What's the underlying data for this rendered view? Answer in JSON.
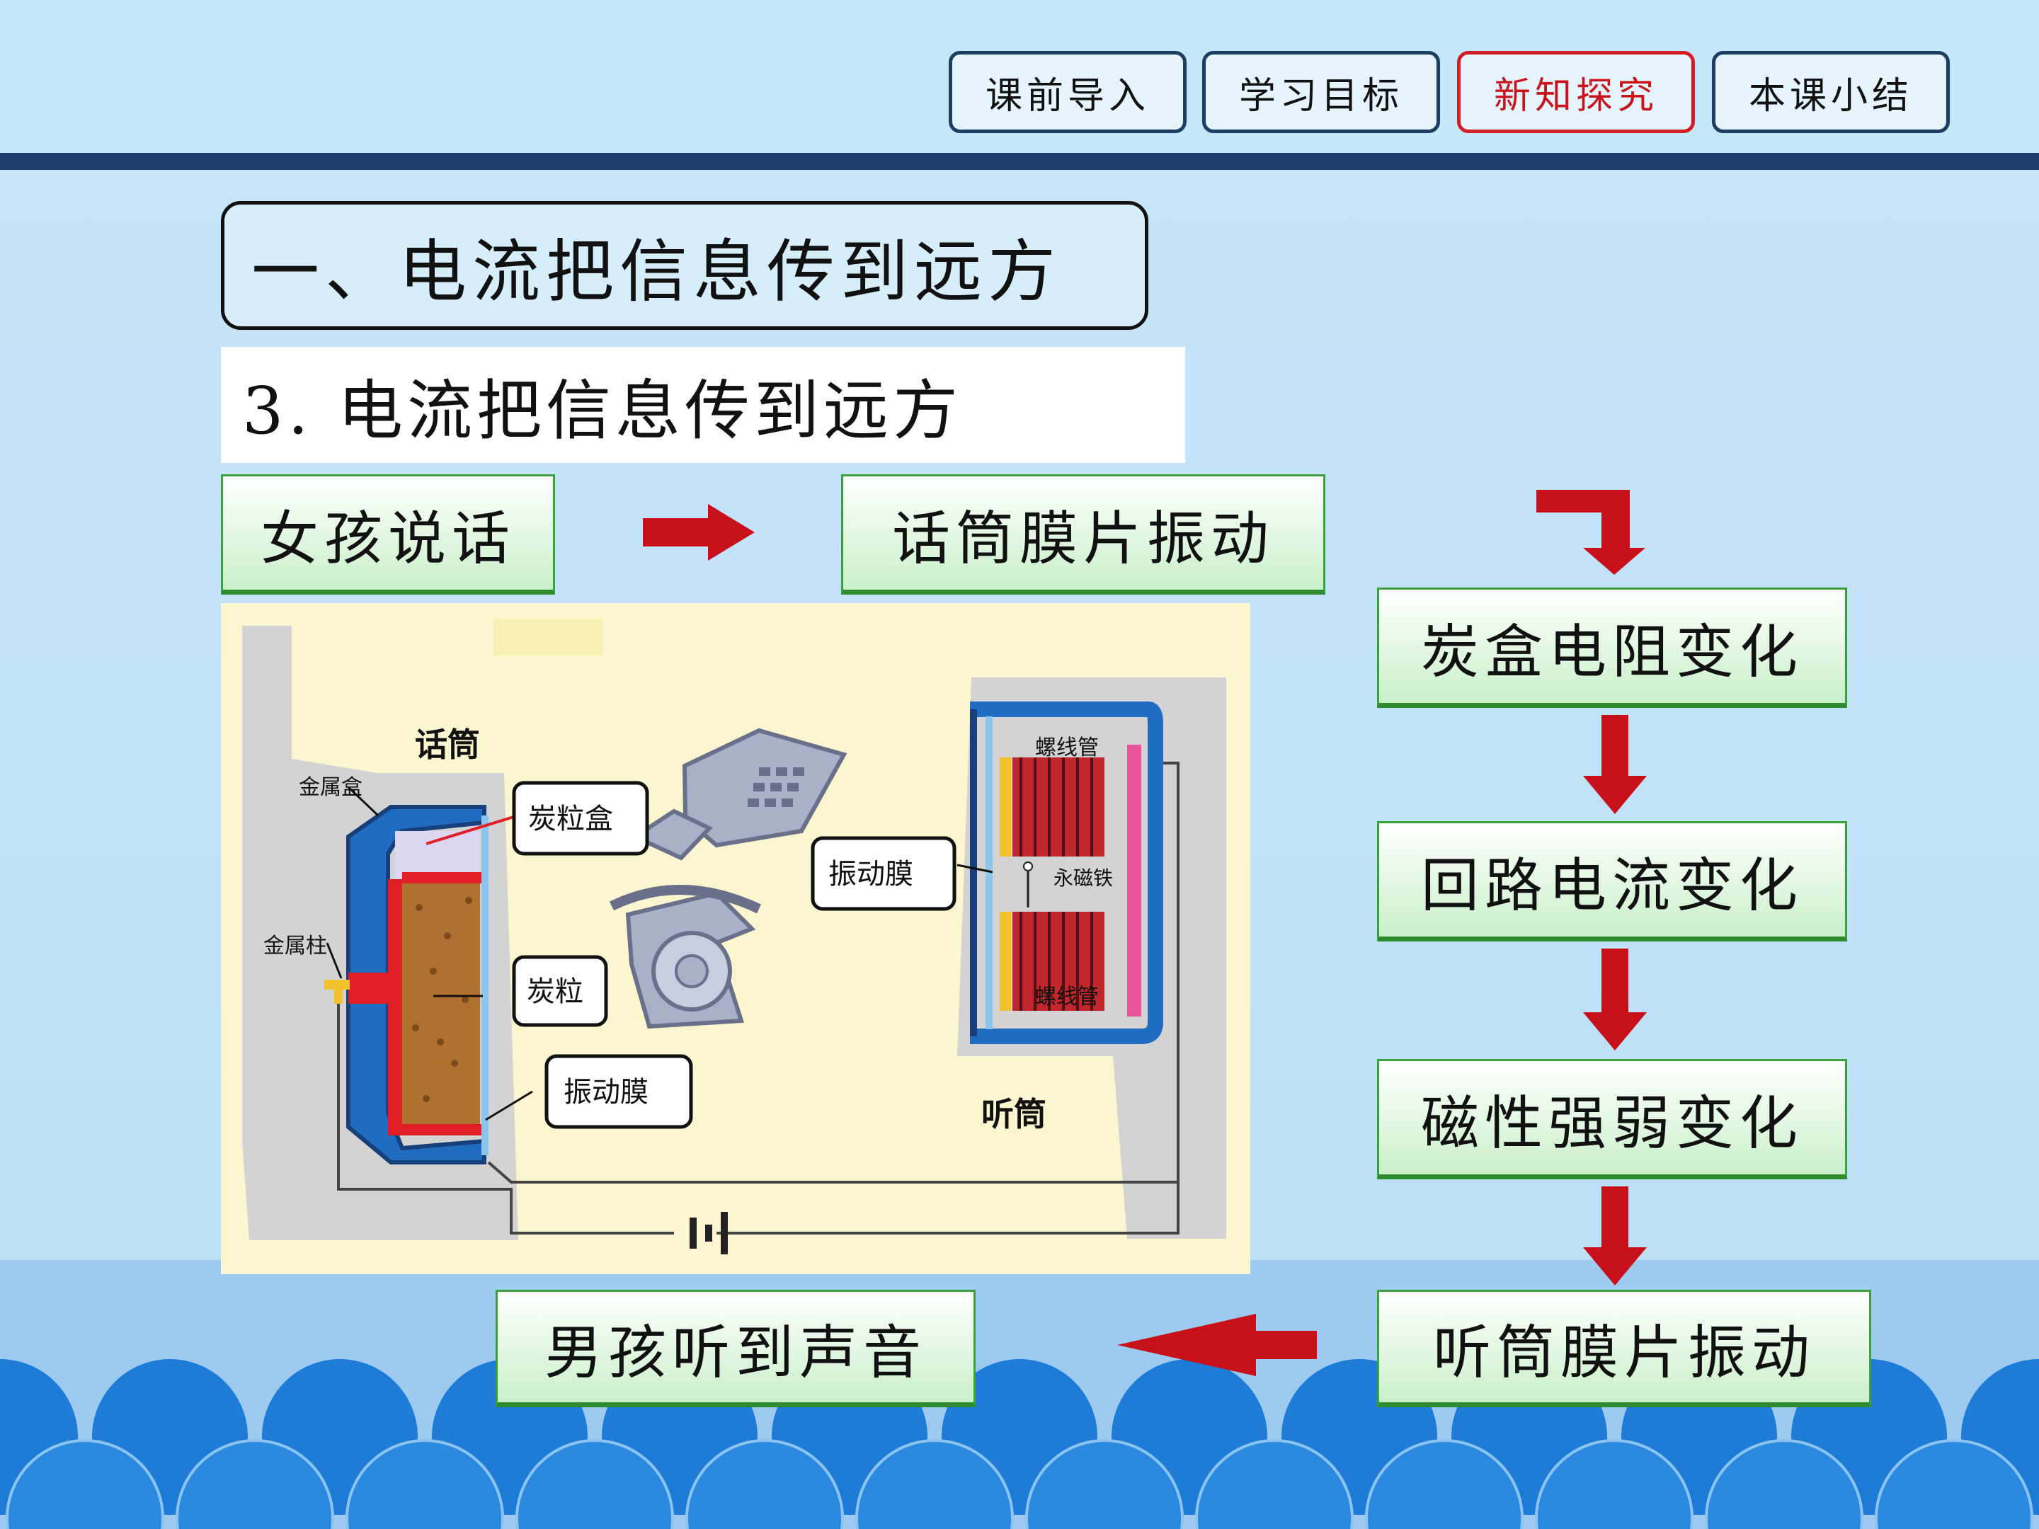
{
  "nav": {
    "items": [
      {
        "label": "课前导入",
        "active": false
      },
      {
        "label": "学习目标",
        "active": false
      },
      {
        "label": "新知探究",
        "active": true
      },
      {
        "label": "本课小结",
        "active": false
      }
    ]
  },
  "section_title": "一、电流把信息传到远方",
  "sub_title": "3. 电流把信息传到远方",
  "flow": {
    "girl_speaks": "女孩说话",
    "mic_diaphragm": "话筒膜片振动",
    "carbon_resistance": "炭盒电阻变化",
    "loop_current": "回路电流变化",
    "magnetism": "磁性强弱变化",
    "receiver_diaphragm": "听筒膜片振动",
    "boy_hears": "男孩听到声音"
  },
  "diagram": {
    "microphone": "话筒",
    "metal_box": "金属盒",
    "carbon_box": "炭粒盒",
    "metal_post": "金属柱",
    "carbon_grains": "炭粒",
    "vibration_membrane_mic": "振动膜",
    "vibration_membrane_rec": "振动膜",
    "solenoid_top": "螺线管",
    "magnet": "永磁铁",
    "solenoid_bottom": "螺线管",
    "receiver": "听筒"
  },
  "colors": {
    "nav_border": "#1c3e63",
    "active": "#d21f26",
    "arrow": "#c8101a",
    "step_border": "#2e8b2e",
    "header_line": "#1f3f6e"
  }
}
